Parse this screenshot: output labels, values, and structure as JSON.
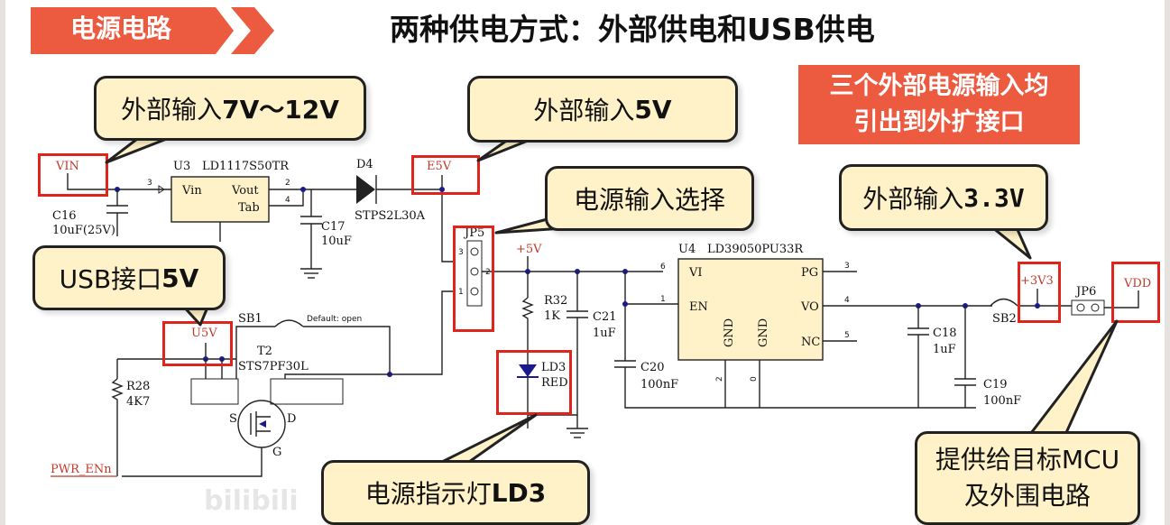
{
  "section_tag": "电源电路",
  "title": "两种供电方式：外部供电和USB供电",
  "note_box": {
    "line1": "三个外部电源输入均",
    "line2": "引出到外扩接口"
  },
  "callouts": {
    "vin_ext": {
      "prefix": "外部输入",
      "value": "7V～12V"
    },
    "e5v_ext": {
      "prefix": "外部输入",
      "value": "5V"
    },
    "power_select": "电源输入选择",
    "usb": {
      "prefix": "USB接口",
      "value": "5V"
    },
    "ext_3v3": {
      "prefix": "外部输入",
      "value": "3.3V"
    },
    "led_indicator": {
      "prefix": "电源指示灯",
      "value": "LD3"
    },
    "mcu_supply": {
      "line1": "提供给目标MCU",
      "line2": "及外围电路"
    }
  },
  "schematic": {
    "vin": "VIN",
    "u3": "U3",
    "u3_part": "LD1117S50TR",
    "u3_vin": "Vin",
    "u3_vout": "Vout",
    "u3_tab": "Tab",
    "pin3": "3",
    "pin2": "2",
    "pin4": "4",
    "d4": "D4",
    "d4_part": "STPS2L30A",
    "e5v": "E5V",
    "c16": "C16",
    "c16_val": "10uF(25V)",
    "c17": "C17",
    "c17_val": "10uF",
    "jp5": "JP5",
    "jp5_p1": "1",
    "jp5_p2": "2",
    "jp5_p3": "3",
    "p5v": "+5V",
    "u5v": "U5V",
    "sb1": "SB1",
    "sb1_note": "Default: open",
    "t2": "T2",
    "t2_part": "STS7PF30L",
    "r28": "R28",
    "r28_val": "4K7",
    "pwr_en": "PWR_ENn",
    "r32": "R32",
    "r32_val": "1K",
    "c21": "C21",
    "c21_val": "1uF",
    "c20": "C20",
    "c20_val": "100nF",
    "ld3": "LD3",
    "ld3_color": "RED",
    "u4": "U4",
    "u4_part": "LD39050PU33R",
    "u4_vi": "VI",
    "u4_en": "EN",
    "u4_pg": "PG",
    "u4_vo": "VO",
    "u4_nc": "NC",
    "u4_gnd": "GND",
    "u4_p6": "6",
    "u4_p1": "1",
    "u4_p3": "3",
    "u4_p4": "4",
    "u4_p5": "5",
    "u4_p2": "2",
    "u4_p0": "0",
    "c18": "C18",
    "c18_val": "1uF",
    "c19": "C19",
    "c19_val": "100nF",
    "sb2": "SB2",
    "p3v3": "+3V3",
    "jp6": "JP6",
    "vdd": "VDD"
  },
  "watermark": "bilibili"
}
